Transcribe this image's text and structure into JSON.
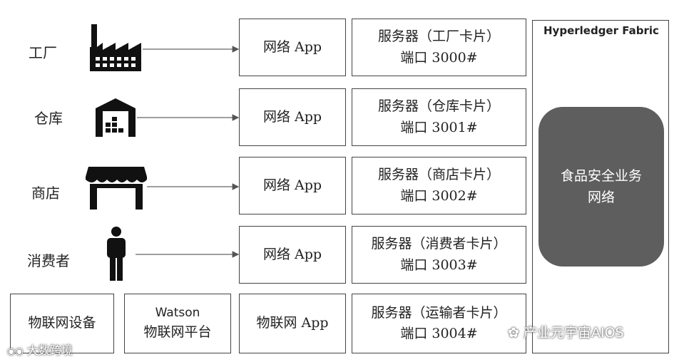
{
  "rows": [
    {
      "label": "工厂",
      "icon": "factory-icon",
      "app": "网络 App",
      "server_line1": "服务器（工厂卡片）",
      "server_line2": "端口 3000#"
    },
    {
      "label": "仓库",
      "icon": "warehouse-icon",
      "app": "网络 App",
      "server_line1": "服务器（仓库卡片）",
      "server_line2": "端口 3001#"
    },
    {
      "label": "商店",
      "icon": "store-icon",
      "app": "网络 App",
      "server_line1": "服务器（商店卡片）",
      "server_line2": "端口 3002#"
    },
    {
      "label": "消费者",
      "icon": "person-icon",
      "app": "网络 App",
      "server_line1": "服务器（消费者卡片）",
      "server_line2": "端口 3003#"
    }
  ],
  "bottom": {
    "device": "物联网设备",
    "platform_line1": "Watson",
    "platform_line2": "物联网平台",
    "app": "物联网 App",
    "server_line1": "服务器（运输者卡片）",
    "server_line2": "端口 3004#"
  },
  "fabric": {
    "title": "Hyperledger Fabric",
    "network_line1": "食品安全业务",
    "network_line2": "网络"
  },
  "watermarks": {
    "left": "大数跨境",
    "right": "产业元宇宙AIOS"
  }
}
